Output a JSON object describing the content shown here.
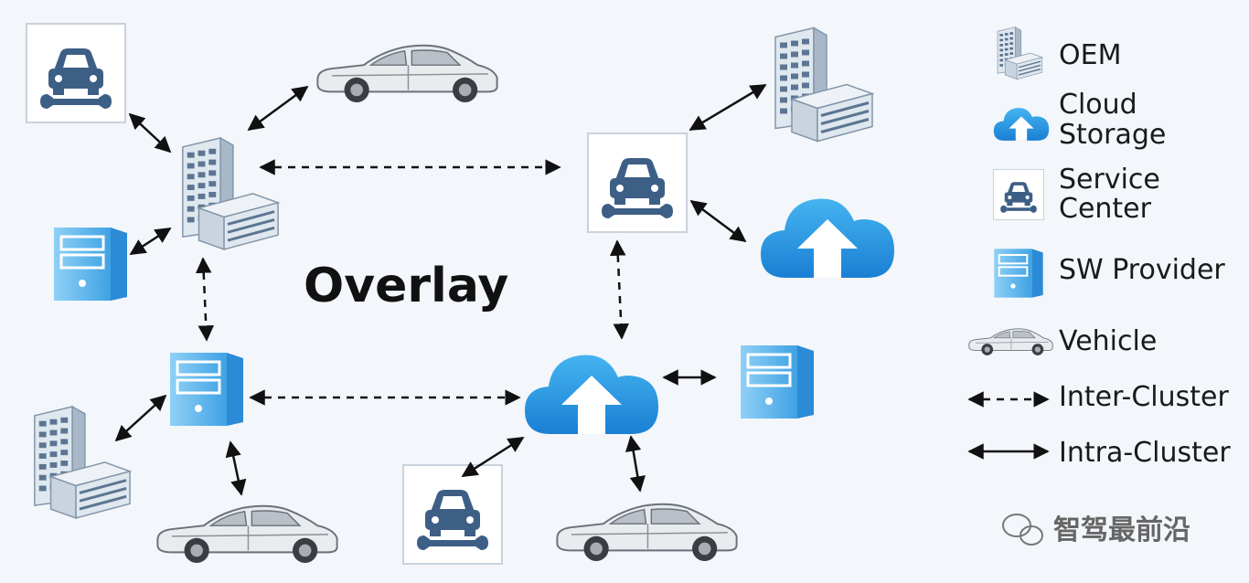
{
  "diagram": {
    "title": "Overlay",
    "watermark": "智驾最前沿",
    "legend": [
      {
        "icon": "oem-building-icon",
        "label_lines": [
          "OEM"
        ]
      },
      {
        "icon": "cloud-upload-icon",
        "label_lines": [
          "Cloud",
          "Storage"
        ]
      },
      {
        "icon": "service-center-icon",
        "label_lines": [
          "Service",
          "Center"
        ]
      },
      {
        "icon": "sw-provider-server-icon",
        "label_lines": [
          "SW Provider"
        ]
      },
      {
        "icon": "vehicle-icon",
        "label_lines": [
          "Vehicle"
        ]
      },
      {
        "icon": "dashed-arrow-icon",
        "label_lines": [
          "Inter-Cluster"
        ]
      },
      {
        "icon": "solid-arrow-icon",
        "label_lines": [
          "Intra-Cluster"
        ]
      }
    ]
  },
  "colors": {
    "accent_blue": "#1e88d8",
    "light_blue": "#5fb4ec",
    "icon_navy": "#3d5f86",
    "arrow": "#111111",
    "background": "#f3f6fa"
  }
}
